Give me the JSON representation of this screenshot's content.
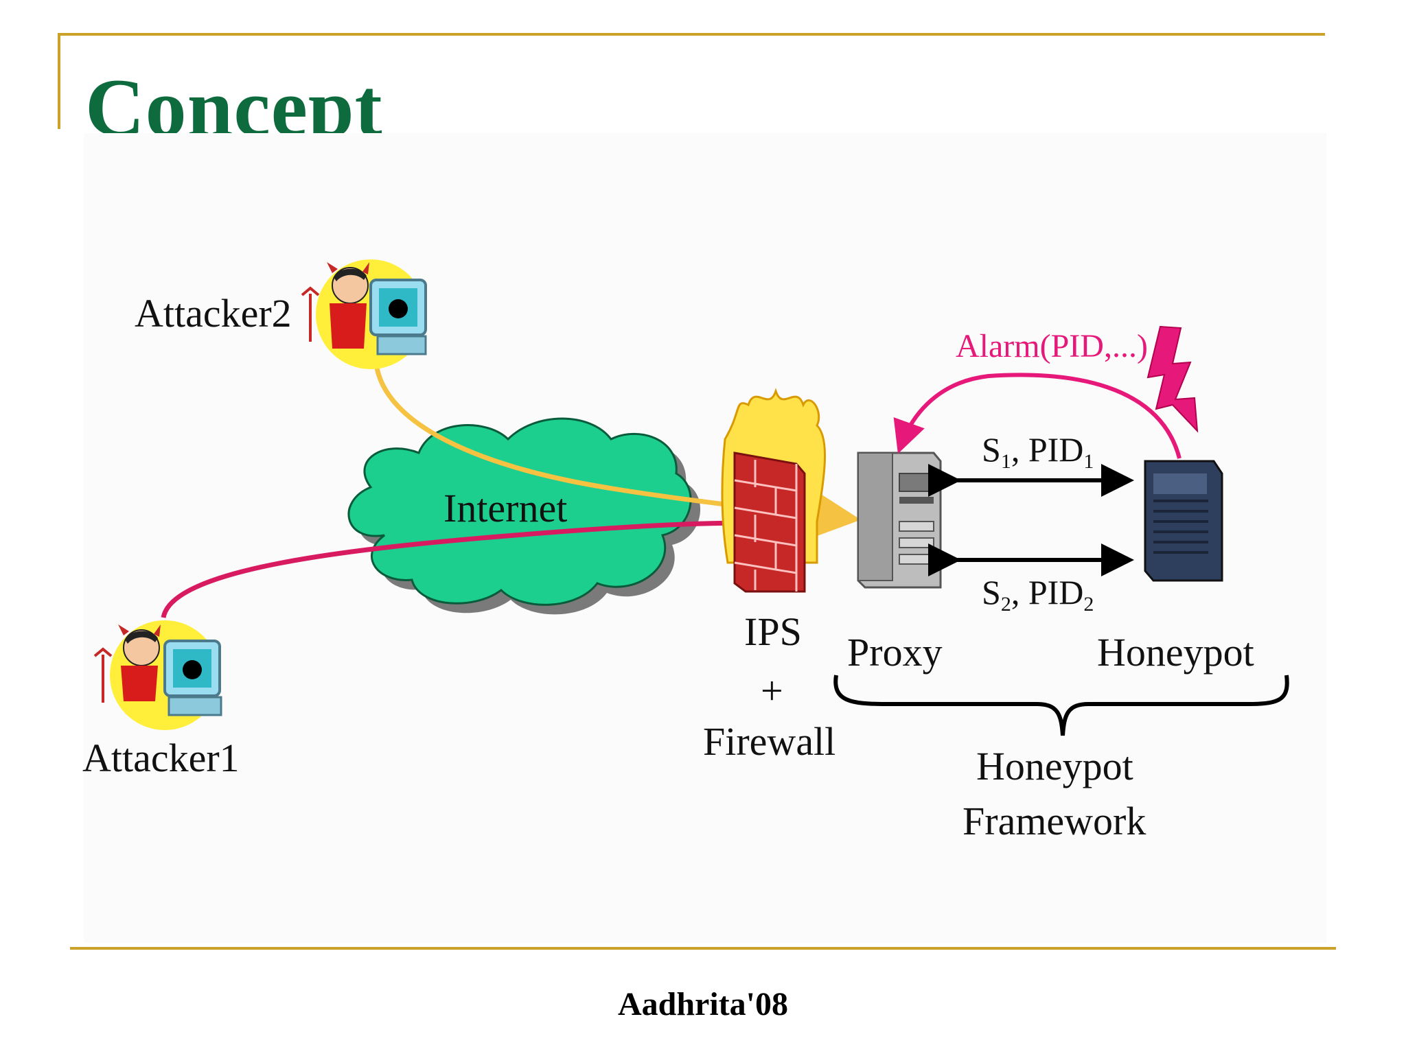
{
  "slide": {
    "title": "Concept",
    "footer": "Aadhrita'08"
  },
  "diagram": {
    "attacker2_label": "Attacker2",
    "attacker1_label": "Attacker1",
    "internet_label": "Internet",
    "ips_label": "IPS",
    "plus_label": "+",
    "firewall_label": "Firewall",
    "proxy_label": "Proxy",
    "honeypot_label": "Honeypot",
    "framework_line1": "Honeypot",
    "framework_line2": "Framework",
    "alarm_label": "Alarm(PID,...)",
    "link1_s": "S",
    "link1_s_sub": "1",
    "link1_pid": ", PID",
    "link1_pid_sub": "1",
    "link2_s": "S",
    "link2_s_sub": "2",
    "link2_pid": ", PID",
    "link2_pid_sub": "2"
  },
  "colors": {
    "title": "#0e6b3d",
    "rules": "#c9a227",
    "cloud": "#1ccf8f",
    "attack_path_1": "#d81b60",
    "attack_path_2": "#f5c242",
    "alarm": "#e6197a",
    "firewall_brick": "#c62828",
    "flame": "#ffe14a"
  },
  "icons": [
    "devil-attacker-icon",
    "cloud-icon",
    "firewall-icon",
    "server-icon",
    "lightning-icon"
  ]
}
